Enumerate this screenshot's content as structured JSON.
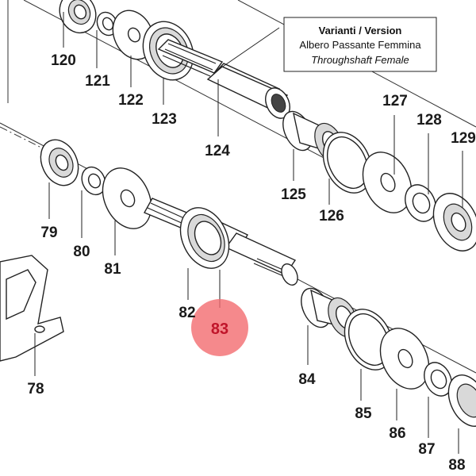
{
  "variant_box": {
    "title": "Varianti / Version",
    "line1": "Albero Passante Femmina",
    "line2": "Throughshaft Female"
  },
  "highlight": {
    "label": "83",
    "color": "#f26b6f"
  },
  "parts": {
    "p120": "120",
    "p121": "121",
    "p122": "122",
    "p123": "123",
    "p124": "124",
    "p125": "125",
    "p126": "126",
    "p127": "127",
    "p128": "128",
    "p129": "129",
    "p78": "78",
    "p79": "79",
    "p80": "80",
    "p81": "81",
    "p82": "82",
    "p84": "84",
    "p85": "85",
    "p86": "86",
    "p87": "87",
    "p88": "88"
  }
}
